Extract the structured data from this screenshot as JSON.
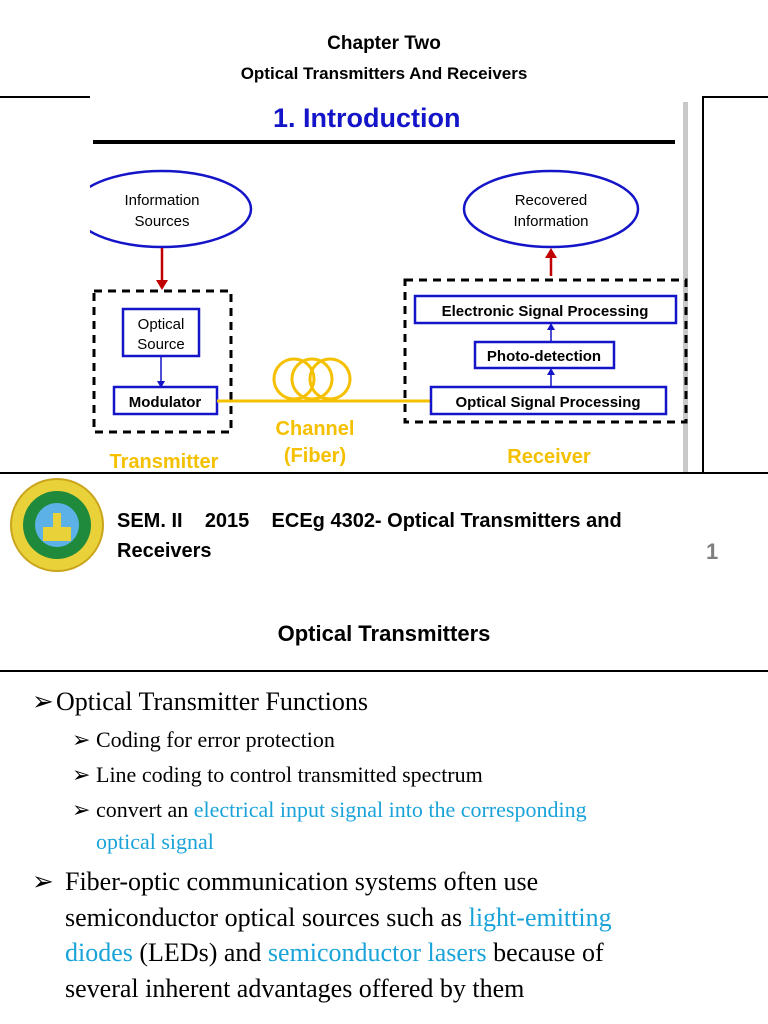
{
  "header": {
    "title": "Chapter Two",
    "subtitle": "Optical Transmitters And Receivers"
  },
  "diagram": {
    "heading": "1. Introduction",
    "info_sources_line1": "Information",
    "info_sources_line2": "Sources",
    "recovered_line1": "Recovered",
    "recovered_line2": "Information",
    "optical_source_line1": "Optical",
    "optical_source_line2": "Source",
    "modulator": "Modulator",
    "electronic_sp": "Electronic Signal Processing",
    "photo_detection": "Photo-detection",
    "optical_sp": "Optical Signal Processing",
    "channel_line1": "Channel",
    "channel_line2": "(Fiber)",
    "transmitter": "Transmitter",
    "receiver": "Receiver",
    "colors": {
      "blue": "#1414c8",
      "gold": "#f5c000",
      "red": "#c00000"
    }
  },
  "footer": {
    "sem": "SEM. II",
    "year": "2015",
    "course": "ECEg 4302- Optical Transmitters  and",
    "course_line2": "Receivers",
    "page": "1"
  },
  "section": {
    "title": "Optical Transmitters",
    "bullet1": "Optical Transmitter Functions",
    "sub1": "Coding for error protection",
    "sub2": "Line coding to control transmitted spectrum",
    "sub3_pre": "convert an ",
    "sub3_hl_a": "electrical input signal into the corresponding",
    "sub3_hl_b": "optical signal",
    "p_line1": "Fiber-optic communication systems often use",
    "p_line2_pre": "semiconductor optical sources such as ",
    "p_line2_hl": "light-emitting",
    "p_line3_hl": "diodes",
    "p_line3_mid": " (LEDs) and ",
    "p_line3_hl2": "semiconductor lasers",
    "p_line3_post": " because of",
    "p_line4": "several  inherent advantages offered by them"
  }
}
